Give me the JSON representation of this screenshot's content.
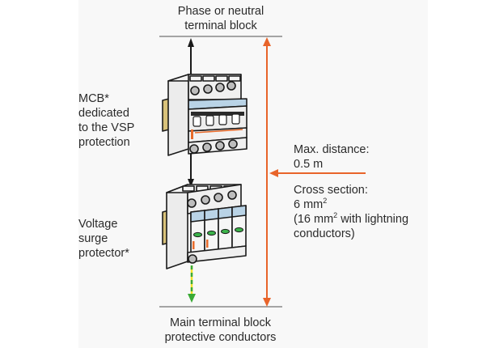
{
  "diagram": {
    "top_terminal": {
      "line1": "Phase or neutral",
      "line2": "terminal block"
    },
    "bottom_terminal": {
      "line1": "Main terminal block",
      "line2": "protective conductors"
    },
    "mcb_label": {
      "lines": [
        "MCB*",
        "dedicated",
        "to the VSP",
        "protection"
      ]
    },
    "vsp_label": {
      "lines": [
        "Voltage",
        "surge",
        "protector*"
      ]
    },
    "distance_label": {
      "line1": "Max. distance:",
      "line2": "0.5 m"
    },
    "cross_section_label": {
      "line1": "Cross section:",
      "line2_value": "6 mm",
      "line2_sup": "2",
      "line3_prefix": "(16 mm",
      "line3_sup": "2",
      "line3_suffix": " with lightning",
      "line4": "conductors)"
    },
    "colors": {
      "measure_orange": "#e8642a",
      "wire_black": "#1a1a1a",
      "earth_green": "#3aaa35",
      "earth_yellow": "#f2e22a",
      "terminal_line": "#888888",
      "blue_strip": "#b9d3e6",
      "din_clip": "#d9c27a",
      "indicator_green": "#3bb34a",
      "brand_orange": "#e86a2a"
    }
  }
}
